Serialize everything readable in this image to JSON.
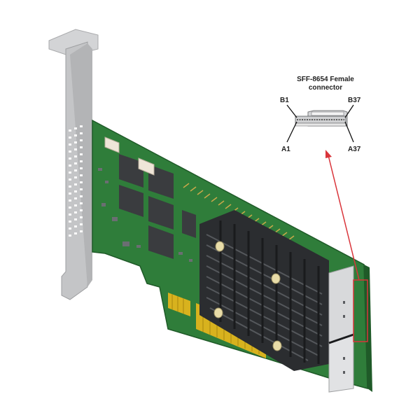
{
  "figure": {
    "subject": "PCIe RAID/HBA adapter card with heatsink and two SFF-8654 connectors",
    "callout": {
      "title_line1": "SFF-8654 Female",
      "title_line2": "connector",
      "pins": {
        "top_left": "B1",
        "top_right": "B37",
        "bottom_left": "A1",
        "bottom_right": "A37"
      },
      "highlight_color": "#d9343a"
    },
    "colors": {
      "pcb": "#2f7d3a",
      "pcb_dark": "#1f5a28",
      "bracket": "#c9cacc",
      "heatsink": "#2b2d30",
      "gold_fingers": "#d8b21e",
      "connector": "#d8d9db"
    }
  }
}
